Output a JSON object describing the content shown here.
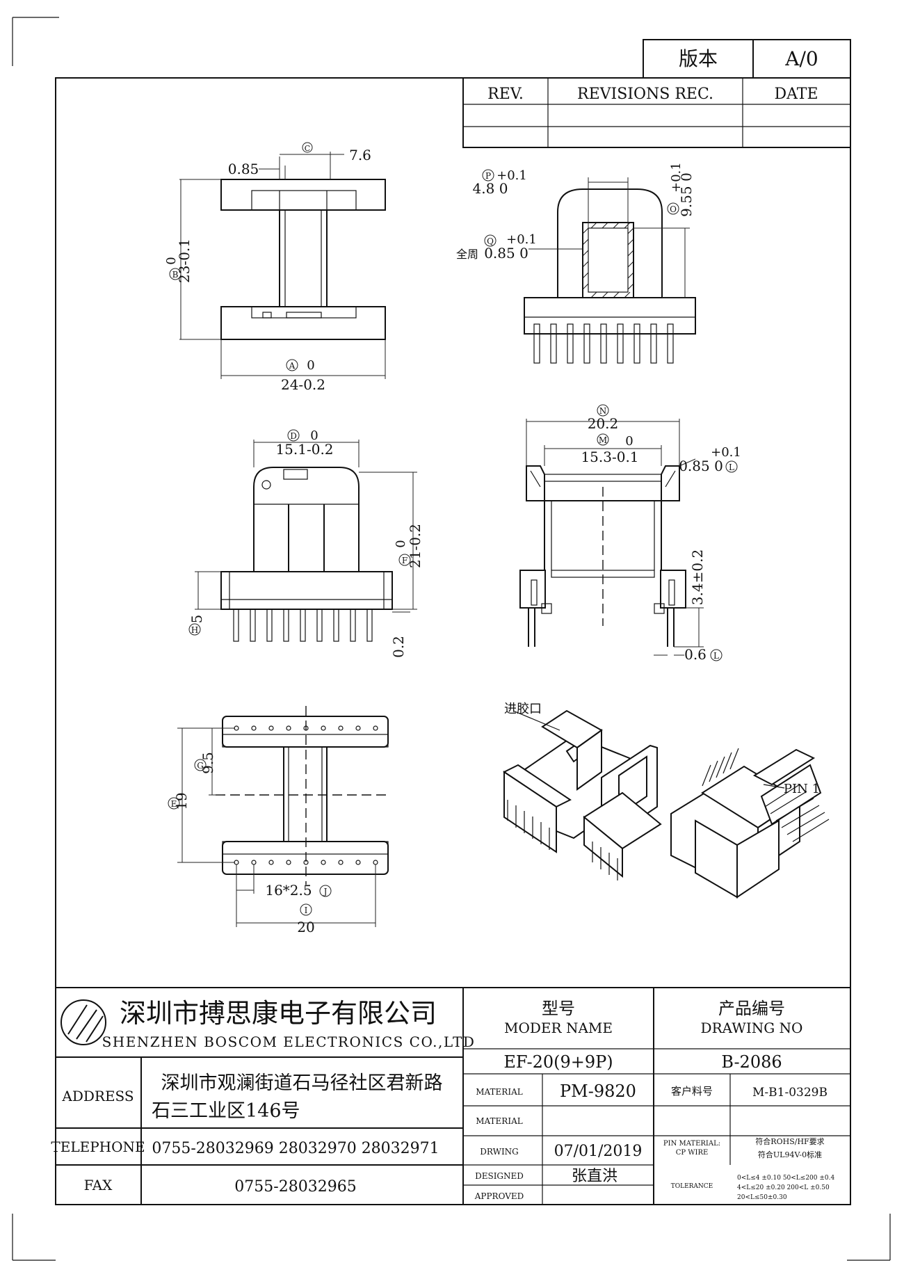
{
  "version_box": {
    "label": "版本",
    "value": "A/0"
  },
  "revisions": {
    "rev_header": "REV.",
    "rec_header": "REVISIONS REC.",
    "date_header": "DATE"
  },
  "top_view": {
    "dim_c_symbol": "C",
    "dim_c_value": "7.6",
    "dim_085": "0.85",
    "dim_b_symbol": "B",
    "dim_b_tol": "0",
    "dim_b_value": "23-0.1",
    "dim_a_symbol": "A",
    "dim_a_tol": "0",
    "dim_a_value": "24-0.2"
  },
  "right_top_view": {
    "dim_p_symbol": "P",
    "dim_p_tol": "+0.1",
    "dim_p_value": "4.8 0",
    "dim_o_symbol": "O",
    "dim_o_tol": "+0.1",
    "dim_o_value": "9.55 0",
    "dim_q_symbol": "Q",
    "dim_q_tol": "+0.1",
    "dim_q_prefix": "全周",
    "dim_q_value": "0.85 0"
  },
  "front_view": {
    "dim_d_symbol": "D",
    "dim_d_tol": "0",
    "dim_d_value": "15.1-0.2",
    "dim_f_symbol": "F",
    "dim_f_tol": "0",
    "dim_f_value": "21-0.2",
    "dim_h_symbol": "H",
    "dim_h_value": "5",
    "dim_02": "0.2"
  },
  "section_view": {
    "dim_n_symbol": "N",
    "dim_n_value": "20.2",
    "dim_m_symbol": "M",
    "dim_m_tol": "0",
    "dim_m_value": "15.3-0.1",
    "dim_l_tol": "+0.1",
    "dim_l_value": "0.85 0",
    "dim_l_symbol": "L",
    "dim_34": "3.4±0.2",
    "dim_06": "0.6",
    "dim_06_symbol": "L"
  },
  "bottom_view": {
    "dim_g_symbol": "G",
    "dim_g_value": "9.5",
    "dim_e_symbol": "E",
    "dim_e_value": "19",
    "dim_pitch": "16*2.5",
    "dim_pitch_symbol": "J",
    "dim_i_symbol": "I",
    "dim_i_value": "20"
  },
  "iso_view": {
    "gate_label": "进胶口",
    "pin1_label": "PIN 1"
  },
  "title_block": {
    "company_cn": "深圳市搏思康电子有限公司",
    "company_en": "SHENZHEN BOSCOM ELECTRONICS CO.,LTD",
    "model_cn": "型号",
    "model_en": "MODER NAME",
    "drawing_cn": "产品编号",
    "drawing_en": "DRAWING NO",
    "model_value": "EF-20(9+9P)",
    "drawing_value": "B-2086",
    "address_label": "ADDRESS",
    "address_line1": "深圳市观澜街道石马径社区君新路",
    "address_line2": "石三工业区146号",
    "telephone_label": "TELEPHONE",
    "telephone_value": "0755-28032969 28032970 28032971",
    "fax_label": "FAX",
    "fax_value": "0755-28032965",
    "material_label": "MATERIAL",
    "material_value": "PM-9820",
    "customer_label": "客户料号",
    "customer_value": "M-B1-0329B",
    "material2_label": "MATERIAL",
    "material2_value": "",
    "drwing_label": "DRWING",
    "drwing_value": "07/01/2019",
    "pin_material_label_1": "PIN MATERIAL:",
    "pin_material_label_2": "CP WIRE",
    "pin_material_value_1": "符合ROHS/HF要求",
    "pin_material_value_2": "符合UL94V-0标准",
    "designed_label": "DESIGNED",
    "designed_value": "张直洪",
    "approved_label": "APPROVED",
    "approved_value": "",
    "tolerance_label": "TOLERANCE",
    "tolerance_1": "0<L≤4  ±0.10    50<L≤200  ±0.4",
    "tolerance_2": "4<L≤20  ±0.20   200<L       ±0.50",
    "tolerance_3": "20<L≤50±0.30"
  }
}
